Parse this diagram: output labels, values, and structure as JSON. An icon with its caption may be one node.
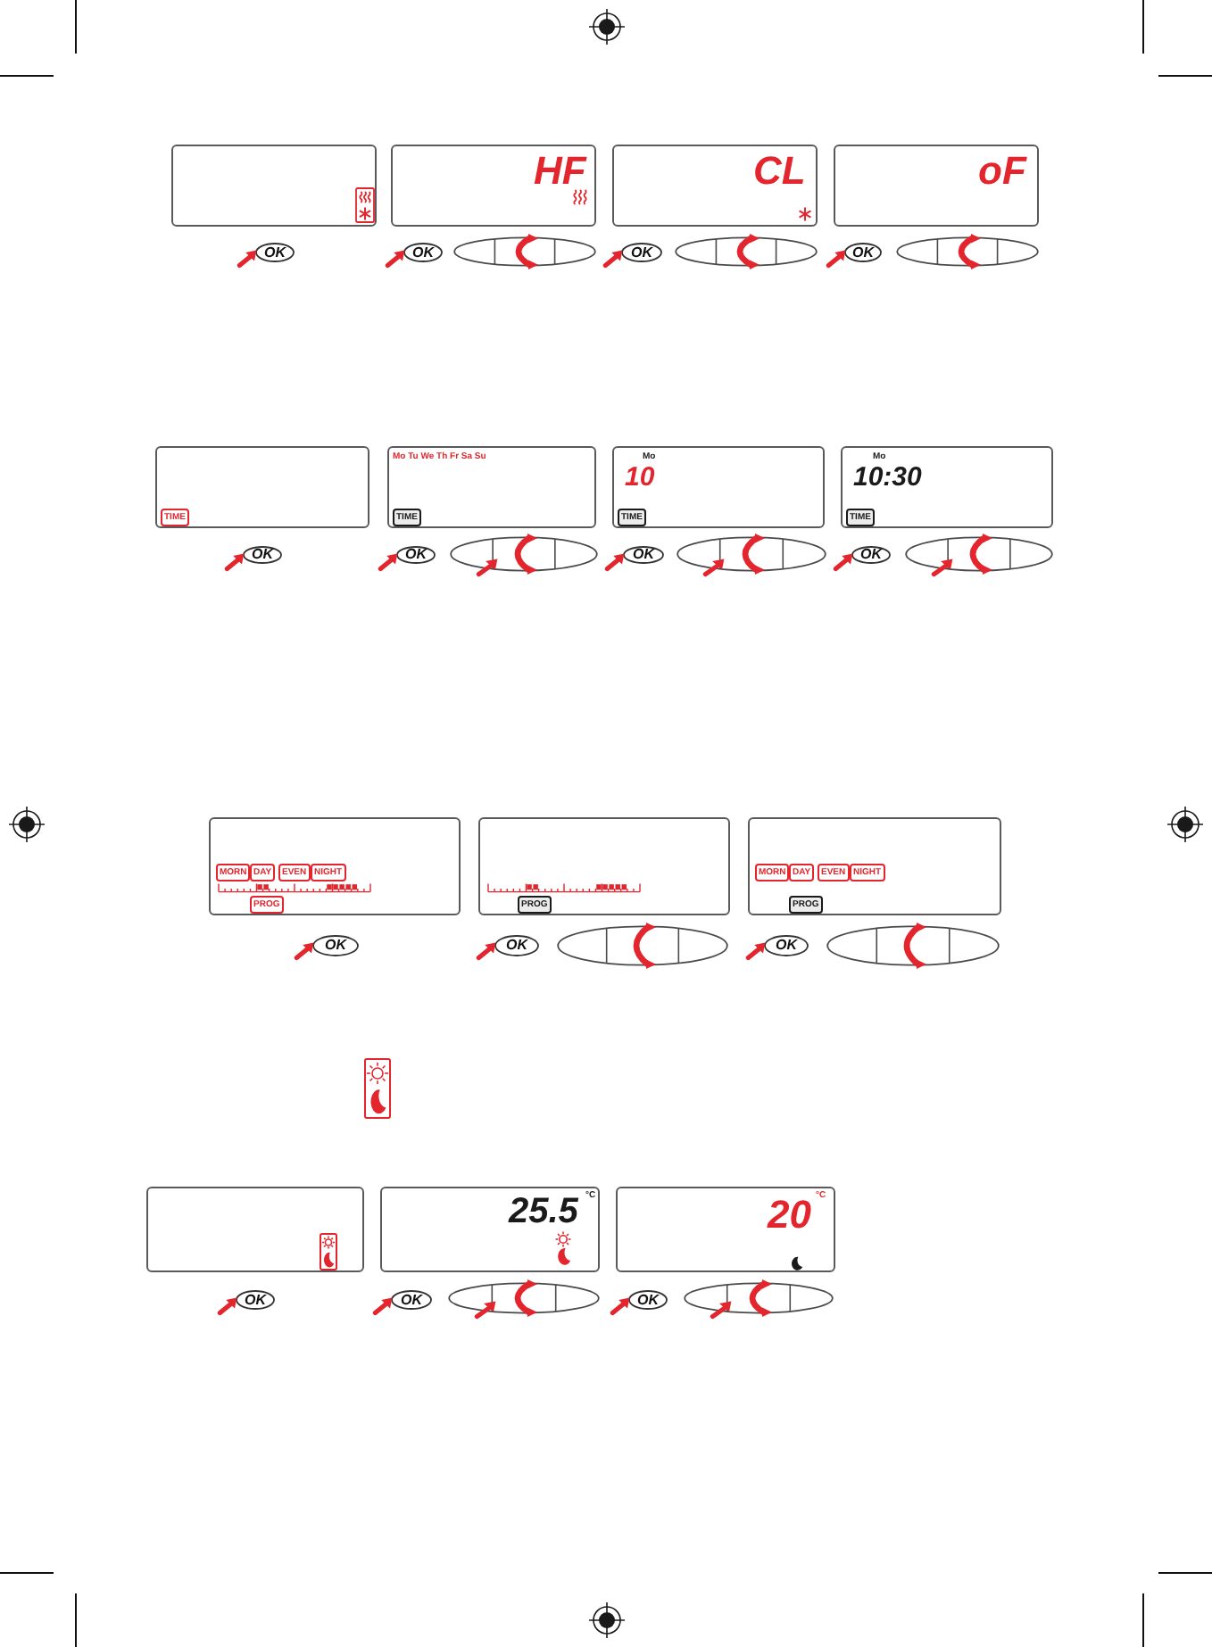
{
  "diagram": {
    "nodes": [
      {
        "text": [],
        "shape": "box"
      },
      {
        "text": [
          "OK"
        ]
      },
      {
        "text": [
          "HF"
        ]
      },
      {
        "text": [
          "OK"
        ]
      },
      {
        "text": [
          "CL"
        ]
      },
      {
        "text": [
          "OK"
        ]
      },
      {
        "text": [
          "oF"
        ]
      },
      {
        "text": [
          "OK"
        ]
      },
      {
        "text": [
          "TIME"
        ]
      },
      {
        "text": [
          "OK"
        ]
      },
      {
        "text": [
          "Mo Tu We Th Fr Sa Su",
          "TIME"
        ]
      },
      {
        "text": [
          "OK"
        ]
      },
      {
        "text": [
          "Mo",
          "10",
          "TIME"
        ]
      },
      {
        "text": [
          "OK"
        ]
      },
      {
        "text": [
          "Mo",
          "10:30",
          "TIME"
        ]
      },
      {
        "text": [
          "OK"
        ]
      },
      {
        "text": [
          "MORN",
          "DAY",
          "EVEN",
          "NIGHT",
          "PROG"
        ]
      },
      {
        "text": [
          "OK"
        ]
      },
      {
        "text": [
          "PROG"
        ]
      },
      {
        "text": [
          "OK"
        ]
      },
      {
        "text": [
          "MORN",
          "DAY",
          "EVEN",
          "NIGHT",
          "PROG"
        ]
      },
      {
        "text": [
          "OK"
        ]
      },
      {
        "text": [],
        "shape": "box"
      },
      {
        "text": [
          "OK"
        ]
      },
      {
        "text": [
          "25.5",
          "°C"
        ]
      },
      {
        "text": [
          "OK"
        ]
      },
      {
        "text": [
          "20",
          "°C"
        ]
      },
      {
        "text": [
          "OK"
        ]
      }
    ]
  }
}
